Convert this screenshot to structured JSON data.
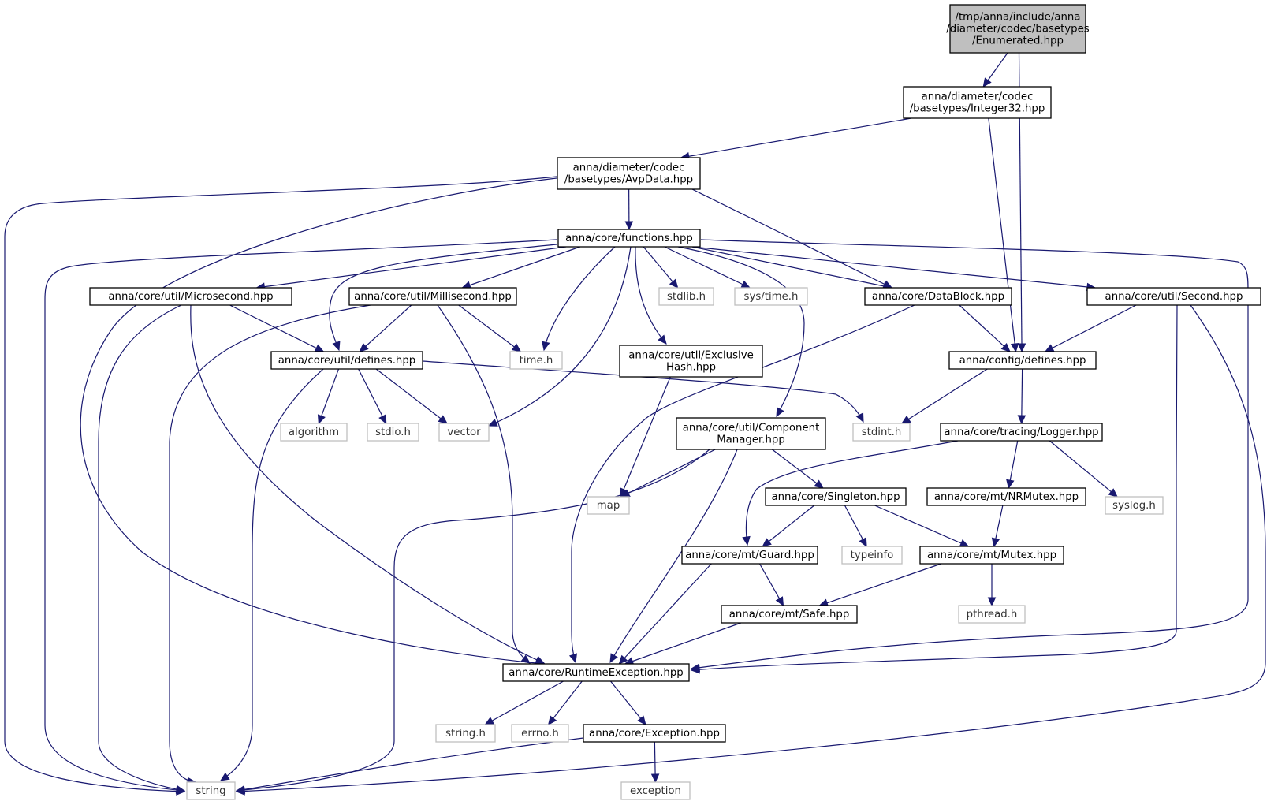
{
  "graph": {
    "nodes": [
      {
        "id": "enumerated",
        "kind": "root",
        "lines": [
          "/tmp/anna/include/anna",
          "/diameter/codec/basetypes",
          "/Enumerated.hpp"
        ]
      },
      {
        "id": "integer32",
        "kind": "header",
        "lines": [
          "anna/diameter/codec",
          "/basetypes/Integer32.hpp"
        ]
      },
      {
        "id": "avpdata",
        "kind": "header",
        "lines": [
          "anna/diameter/codec",
          "/basetypes/AvpData.hpp"
        ]
      },
      {
        "id": "functions",
        "kind": "header",
        "lines": [
          "anna/core/functions.hpp"
        ]
      },
      {
        "id": "microsecond",
        "kind": "header",
        "lines": [
          "anna/core/util/Microsecond.hpp"
        ]
      },
      {
        "id": "millisecond",
        "kind": "header",
        "lines": [
          "anna/core/util/Millisecond.hpp"
        ]
      },
      {
        "id": "stdlib",
        "kind": "system",
        "lines": [
          "stdlib.h"
        ]
      },
      {
        "id": "systime",
        "kind": "system",
        "lines": [
          "sys/time.h"
        ]
      },
      {
        "id": "datablock",
        "kind": "header",
        "lines": [
          "anna/core/DataBlock.hpp"
        ]
      },
      {
        "id": "second",
        "kind": "header",
        "lines": [
          "anna/core/util/Second.hpp"
        ]
      },
      {
        "id": "utildefines",
        "kind": "header",
        "lines": [
          "anna/core/util/defines.hpp"
        ]
      },
      {
        "id": "timeh",
        "kind": "system",
        "lines": [
          "time.h"
        ]
      },
      {
        "id": "exclusivehash",
        "kind": "header",
        "lines": [
          "anna/core/util/Exclusive",
          "Hash.hpp"
        ]
      },
      {
        "id": "configdefines",
        "kind": "header",
        "lines": [
          "anna/config/defines.hpp"
        ]
      },
      {
        "id": "algorithm",
        "kind": "system",
        "lines": [
          "algorithm"
        ]
      },
      {
        "id": "stdioh",
        "kind": "system",
        "lines": [
          "stdio.h"
        ]
      },
      {
        "id": "vector",
        "kind": "system",
        "lines": [
          "vector"
        ]
      },
      {
        "id": "componentmanager",
        "kind": "header",
        "lines": [
          "anna/core/util/Component",
          "Manager.hpp"
        ]
      },
      {
        "id": "stdint",
        "kind": "system",
        "lines": [
          "stdint.h"
        ]
      },
      {
        "id": "logger",
        "kind": "header",
        "lines": [
          "anna/core/tracing/Logger.hpp"
        ]
      },
      {
        "id": "map",
        "kind": "system",
        "lines": [
          "map"
        ]
      },
      {
        "id": "singleton",
        "kind": "header",
        "lines": [
          "anna/core/Singleton.hpp"
        ]
      },
      {
        "id": "nrmutex",
        "kind": "header",
        "lines": [
          "anna/core/mt/NRMutex.hpp"
        ]
      },
      {
        "id": "syslog",
        "kind": "system",
        "lines": [
          "syslog.h"
        ]
      },
      {
        "id": "guard",
        "kind": "header",
        "lines": [
          "anna/core/mt/Guard.hpp"
        ]
      },
      {
        "id": "typeinfo",
        "kind": "system",
        "lines": [
          "typeinfo"
        ]
      },
      {
        "id": "mutex",
        "kind": "header",
        "lines": [
          "anna/core/mt/Mutex.hpp"
        ]
      },
      {
        "id": "safe",
        "kind": "header",
        "lines": [
          "anna/core/mt/Safe.hpp"
        ]
      },
      {
        "id": "pthread",
        "kind": "system",
        "lines": [
          "pthread.h"
        ]
      },
      {
        "id": "runtimeexception",
        "kind": "header",
        "lines": [
          "anna/core/RuntimeException.hpp"
        ]
      },
      {
        "id": "stringh",
        "kind": "system",
        "lines": [
          "string.h"
        ]
      },
      {
        "id": "errno",
        "kind": "system",
        "lines": [
          "errno.h"
        ]
      },
      {
        "id": "exceptionhpp",
        "kind": "header",
        "lines": [
          "anna/core/Exception.hpp"
        ]
      },
      {
        "id": "string",
        "kind": "system",
        "lines": [
          "string"
        ]
      },
      {
        "id": "exception",
        "kind": "system",
        "lines": [
          "exception"
        ]
      }
    ],
    "edges": [
      {
        "from": "enumerated",
        "to": "integer32"
      },
      {
        "from": "enumerated",
        "to": "configdefines"
      },
      {
        "from": "integer32",
        "to": "avpdata"
      },
      {
        "from": "integer32",
        "to": "configdefines"
      },
      {
        "from": "avpdata",
        "to": "functions"
      },
      {
        "from": "avpdata",
        "to": "datablock"
      },
      {
        "from": "avpdata",
        "to": "runtimeexception"
      },
      {
        "from": "avpdata",
        "to": "string"
      },
      {
        "from": "functions",
        "to": "microsecond"
      },
      {
        "from": "functions",
        "to": "millisecond"
      },
      {
        "from": "functions",
        "to": "stdlib"
      },
      {
        "from": "functions",
        "to": "systime"
      },
      {
        "from": "functions",
        "to": "datablock"
      },
      {
        "from": "functions",
        "to": "second"
      },
      {
        "from": "functions",
        "to": "utildefines"
      },
      {
        "from": "functions",
        "to": "timeh"
      },
      {
        "from": "functions",
        "to": "exclusivehash"
      },
      {
        "from": "functions",
        "to": "vector"
      },
      {
        "from": "functions",
        "to": "componentmanager"
      },
      {
        "from": "functions",
        "to": "string"
      },
      {
        "from": "functions",
        "to": "runtimeexception"
      },
      {
        "from": "microsecond",
        "to": "utildefines"
      },
      {
        "from": "microsecond",
        "to": "runtimeexception"
      },
      {
        "from": "microsecond",
        "to": "string"
      },
      {
        "from": "millisecond",
        "to": "utildefines"
      },
      {
        "from": "millisecond",
        "to": "timeh"
      },
      {
        "from": "millisecond",
        "to": "runtimeexception"
      },
      {
        "from": "millisecond",
        "to": "string"
      },
      {
        "from": "datablock",
        "to": "configdefines"
      },
      {
        "from": "datablock",
        "to": "runtimeexception"
      },
      {
        "from": "second",
        "to": "configdefines"
      },
      {
        "from": "second",
        "to": "runtimeexception"
      },
      {
        "from": "second",
        "to": "string"
      },
      {
        "from": "utildefines",
        "to": "algorithm"
      },
      {
        "from": "utildefines",
        "to": "stdioh"
      },
      {
        "from": "utildefines",
        "to": "vector"
      },
      {
        "from": "utildefines",
        "to": "stdint"
      },
      {
        "from": "utildefines",
        "to": "string"
      },
      {
        "from": "exclusivehash",
        "to": "map"
      },
      {
        "from": "configdefines",
        "to": "stdint"
      },
      {
        "from": "configdefines",
        "to": "logger"
      },
      {
        "from": "componentmanager",
        "to": "map"
      },
      {
        "from": "componentmanager",
        "to": "singleton"
      },
      {
        "from": "componentmanager",
        "to": "runtimeexception"
      },
      {
        "from": "componentmanager",
        "to": "string"
      },
      {
        "from": "logger",
        "to": "guard"
      },
      {
        "from": "logger",
        "to": "nrmutex"
      },
      {
        "from": "logger",
        "to": "syslog"
      },
      {
        "from": "singleton",
        "to": "guard"
      },
      {
        "from": "singleton",
        "to": "typeinfo"
      },
      {
        "from": "singleton",
        "to": "mutex"
      },
      {
        "from": "nrmutex",
        "to": "mutex"
      },
      {
        "from": "guard",
        "to": "safe"
      },
      {
        "from": "guard",
        "to": "runtimeexception"
      },
      {
        "from": "mutex",
        "to": "safe"
      },
      {
        "from": "mutex",
        "to": "pthread"
      },
      {
        "from": "safe",
        "to": "runtimeexception"
      },
      {
        "from": "runtimeexception",
        "to": "stringh"
      },
      {
        "from": "runtimeexception",
        "to": "errno"
      },
      {
        "from": "runtimeexception",
        "to": "exceptionhpp"
      },
      {
        "from": "exceptionhpp",
        "to": "string"
      },
      {
        "from": "exceptionhpp",
        "to": "exception"
      }
    ]
  }
}
